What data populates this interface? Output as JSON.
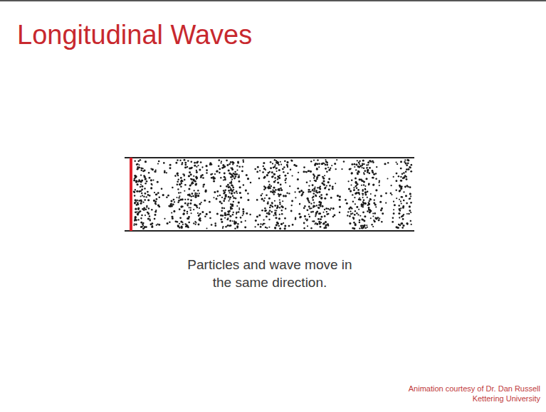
{
  "diagram": {
    "title": "Longitudinal Waves",
    "caption": "Particles and wave move in the same direction.",
    "labels": [
      "Animation courtesy of Dr. Dan Russell",
      "Kettering University"
    ]
  }
}
